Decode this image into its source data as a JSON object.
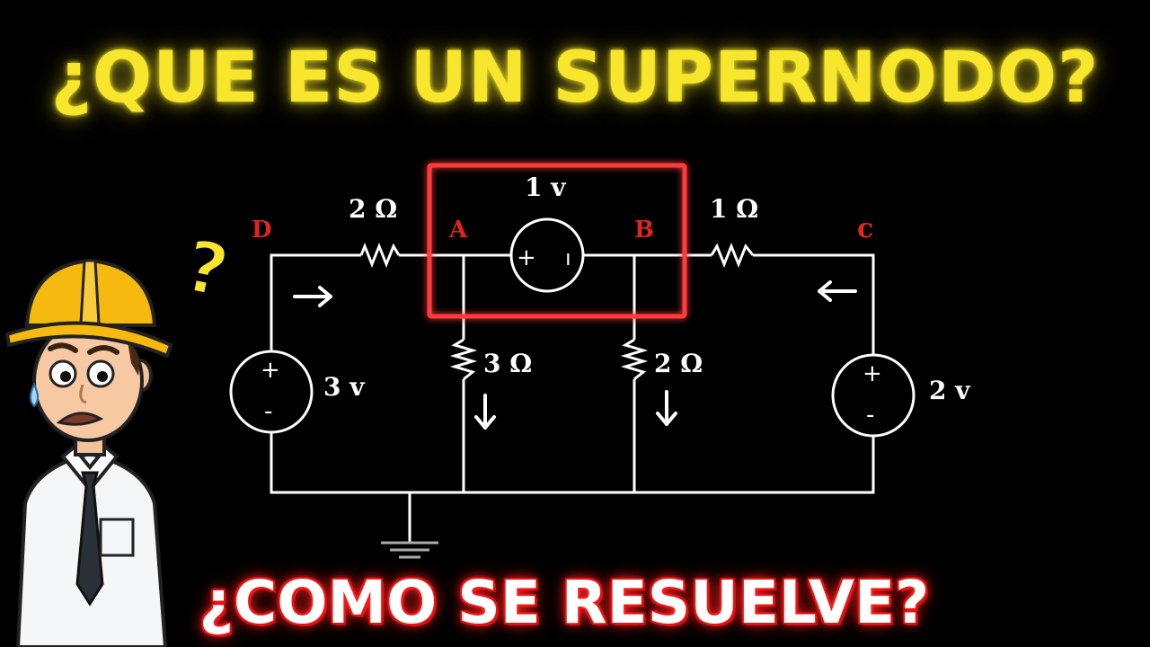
{
  "title": "¿QUE ES UN SUPERNODO?",
  "subtitle": "¿COMO SE RESUELVE?",
  "colors": {
    "title": "#f7e62b",
    "node_label": "#e0251f",
    "highlight_box": "#ff3a3a",
    "wire": "#ffffff",
    "background": "#000000"
  },
  "nodes": {
    "d": "D",
    "a": "A",
    "b": "B",
    "c": "c"
  },
  "components": {
    "r_da": "2 Ω",
    "r_bc": "1 Ω",
    "r_a_ground": "3 Ω",
    "r_b_ground": "2 Ω",
    "v_ab": "1 v",
    "v_left": "3 v",
    "v_right": "2 v"
  },
  "source_polarity": {
    "plus": "+",
    "minus": "-",
    "minus_bar": "ı"
  },
  "question_mark": "?",
  "icons": [
    "worker-hardhat-icon",
    "question-mark-icon",
    "ground-icon",
    "arrow-right-icon",
    "arrow-left-icon",
    "arrow-down-icon"
  ]
}
